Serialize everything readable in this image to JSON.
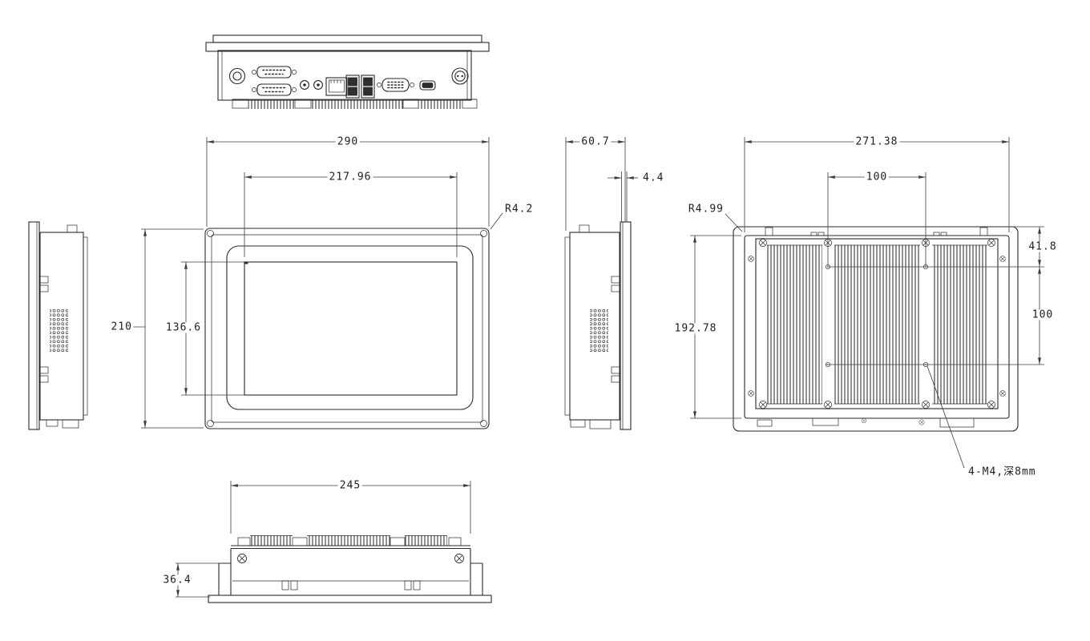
{
  "views": {
    "front": {
      "overall_width": "290",
      "active_area_width": "217.96",
      "overall_height": "210",
      "active_area_height": "136.6",
      "corner_radius": "R4.2"
    },
    "side": {
      "overall_depth": "60.7",
      "front_bezel_thickness": "4.4"
    },
    "rear": {
      "body_width": "271.38",
      "body_height": "192.78",
      "vesa_spacing_horizontal": "100",
      "vesa_spacing_vertical": "100",
      "vesa_top_offset": "41.8",
      "corner_radius": "R4.99",
      "mounting_hole_note": "4-M4,深8mm"
    },
    "bottom": {
      "chassis_width": "245",
      "mounting_depth": "36.4"
    }
  }
}
